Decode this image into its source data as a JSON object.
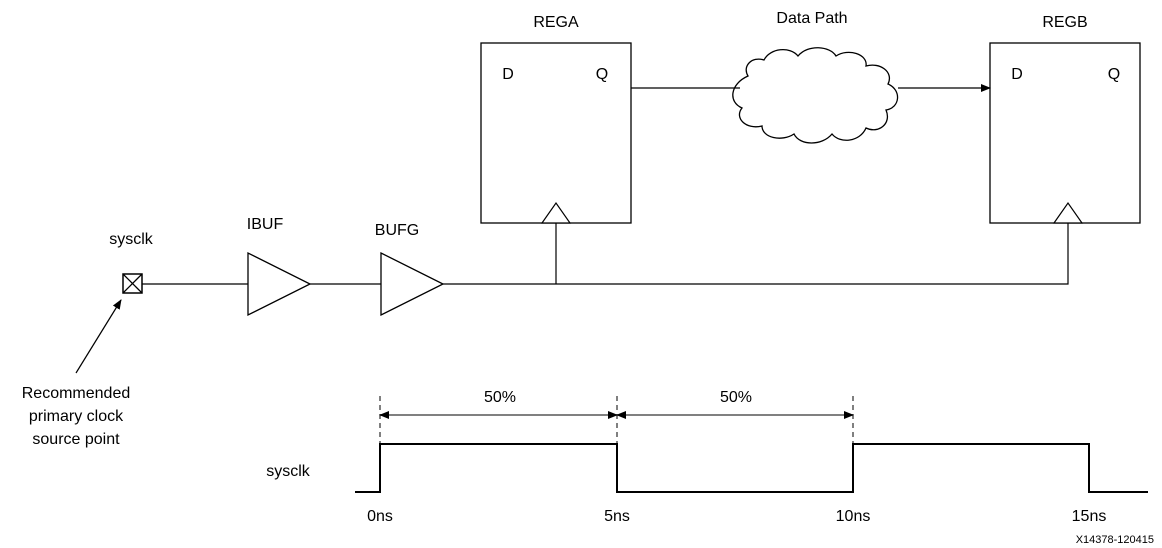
{
  "labels": {
    "rega": "REGA",
    "regb": "REGB",
    "data_path": "Data Path",
    "d": "D",
    "q": "Q",
    "sysclk_pin": "sysclk",
    "ibuf": "IBUF",
    "bufg": "BUFG",
    "callout_line1": "Recommended",
    "callout_line2": "primary clock",
    "callout_line3": "source point",
    "wave_signal": "sysclk",
    "high_duty": "50%",
    "low_duty": "50%",
    "t0": "0ns",
    "t5": "5ns",
    "t10": "10ns",
    "t15": "15ns",
    "figure_id": "X14378-120415"
  }
}
